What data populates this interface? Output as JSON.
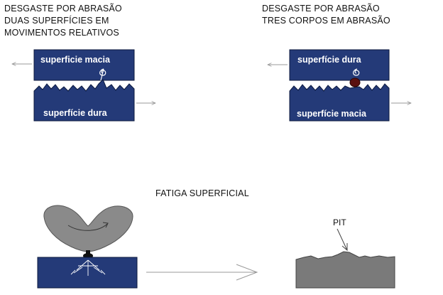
{
  "left_panel": {
    "caption_lines": [
      "DESGASTE POR ABRASÃO",
      "DUAS SUPERFÍCIES EM",
      "MOVIMENTOS RELATIVOS"
    ],
    "top_block_label": "superficie macia",
    "bottom_block_label": "superfície dura"
  },
  "right_panel": {
    "caption_lines": [
      "DESGASTE POR ABRASÃO",
      "TRES CORPOS EM ABRASÃO"
    ],
    "top_block_label": "superfície dura",
    "bottom_block_label": "superfície macia"
  },
  "fatigue_panel": {
    "caption": "FATIGA SUPERFICIAL",
    "pit_label": "PIT"
  },
  "colors": {
    "block_blue": "#243a78",
    "block_outline": "#0c1a3e",
    "roller_gray": "#8a8a8a",
    "worn_gray": "#7a7a7a",
    "particle": "#5a1010",
    "arrow": "#999999"
  }
}
